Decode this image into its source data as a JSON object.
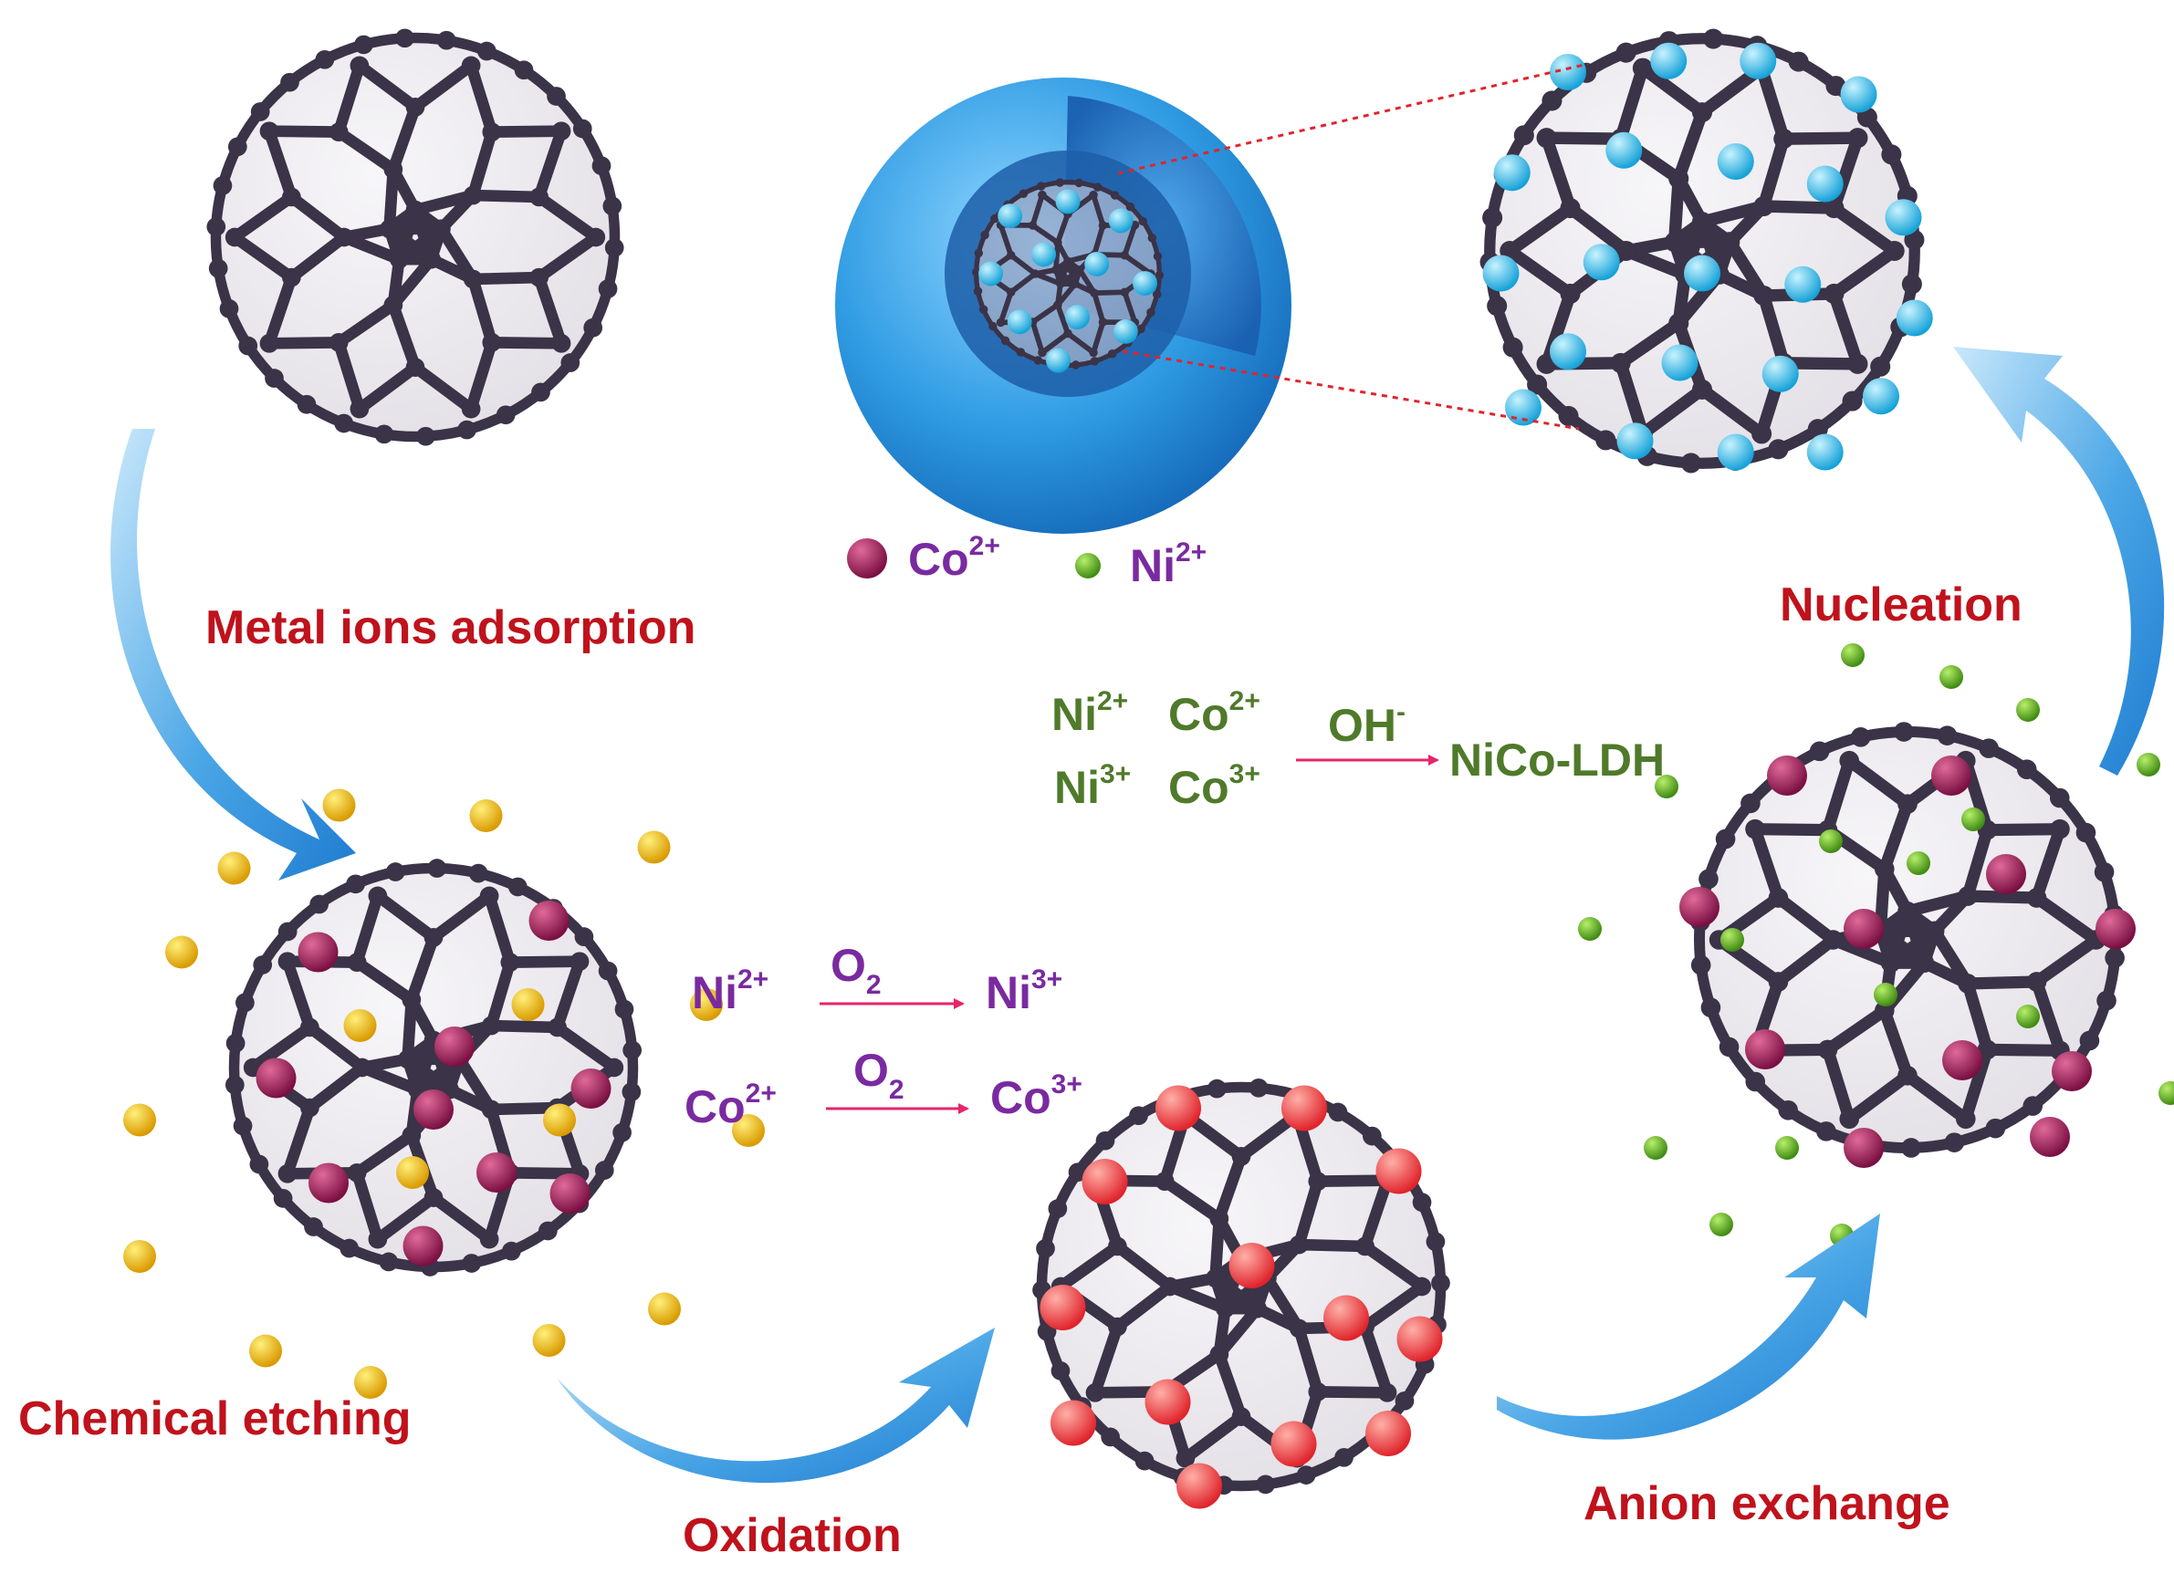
{
  "labels": {
    "metal_ions_adsorption": "Metal ions adsorption",
    "chemical_etching": "Chemical etching",
    "oxidation": "Oxidation",
    "anion_exchange": "Anion exchange",
    "nucleation": "Nucleation"
  },
  "legend": {
    "co_base": "Co",
    "co_charge": "2+",
    "ni_base": "Ni",
    "ni_charge": "2+"
  },
  "oxidation_eqs": {
    "ni_reactant_base": "Ni",
    "ni_reactant_charge": "2+",
    "ni_oxidant": "O",
    "ni_oxidant_sub": "2",
    "ni_product_base": "Ni",
    "ni_product_charge": "3+",
    "co_reactant_base": "Co",
    "co_reactant_charge": "2+",
    "co_oxidant": "O",
    "co_oxidant_sub": "2",
    "co_product_base": "Co",
    "co_product_charge": "3+"
  },
  "ldh_eq": {
    "r1a_base": "Ni",
    "r1a_charge": "2+",
    "r1b_base": "Co",
    "r1b_charge": "2+",
    "r2a_base": "Ni",
    "r2a_charge": "3+",
    "r2b_base": "Co",
    "r2b_charge": "3+",
    "reagent_base": "OH",
    "reagent_charge": "-",
    "product": "NiCo-LDH"
  },
  "colors": {
    "label_red": "#c0121c",
    "ion_purple": "#7a2aa0",
    "ldh_green": "#4f7a2a",
    "arrow_pink": "#e8246a",
    "arrow_blue": "#3d9be0",
    "cage_dark": "#3b3347",
    "co_ion": "#8e1650",
    "ni_ion": "#5fae1f",
    "etch_ion": "#f2c200",
    "oxide_ion": "#ff4a4a",
    "nucleus_ion": "#38c4ee",
    "shell_blue": "#3aa6e8"
  }
}
